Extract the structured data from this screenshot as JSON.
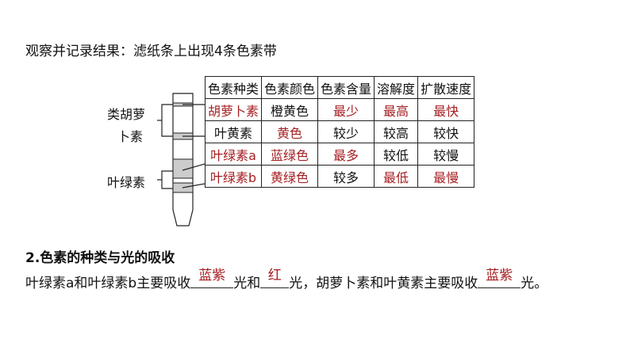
{
  "intro": "观察并记录结果：滤纸条上出现4条色素带",
  "diagram": {
    "label_carotene": [
      "类胡萝",
      "卜素"
    ],
    "label_chlorophyll": "叶绿素"
  },
  "table": {
    "headers": [
      "色素种类",
      "色素颜色",
      "色素含量",
      "溶解度",
      "扩散速度"
    ],
    "rows": [
      [
        {
          "t": "胡萝卜素",
          "r": true
        },
        {
          "t": "橙黄色",
          "r": false
        },
        {
          "t": "最少",
          "r": true
        },
        {
          "t": "最高",
          "r": true
        },
        {
          "t": "最快",
          "r": true
        }
      ],
      [
        {
          "t": "叶黄素",
          "r": false
        },
        {
          "t": "黄色",
          "r": true
        },
        {
          "t": "较少",
          "r": false
        },
        {
          "t": "较高",
          "r": false
        },
        {
          "t": "较快",
          "r": false
        }
      ],
      [
        {
          "t": "叶绿素a",
          "r": true
        },
        {
          "t": "蓝绿色",
          "r": true
        },
        {
          "t": "最多",
          "r": true
        },
        {
          "t": "较低",
          "r": false
        },
        {
          "t": "较慢",
          "r": false
        }
      ],
      [
        {
          "t": "叶绿素b",
          "r": true
        },
        {
          "t": "黄绿色",
          "r": true
        },
        {
          "t": "较多",
          "r": false
        },
        {
          "t": "最低",
          "r": true
        },
        {
          "t": "最慢",
          "r": true
        }
      ]
    ]
  },
  "section": {
    "heading": "2.色素的种类与光的吸收",
    "p1": "叶绿素a和叶绿素b主要吸收",
    "a1": "蓝紫",
    "p2": "光和",
    "a2": "红",
    "p3": "光，胡萝卜素和叶黄素主要吸收",
    "a3": "蓝紫",
    "p4": "光。"
  },
  "colors": {
    "answer": "#a51e22"
  }
}
